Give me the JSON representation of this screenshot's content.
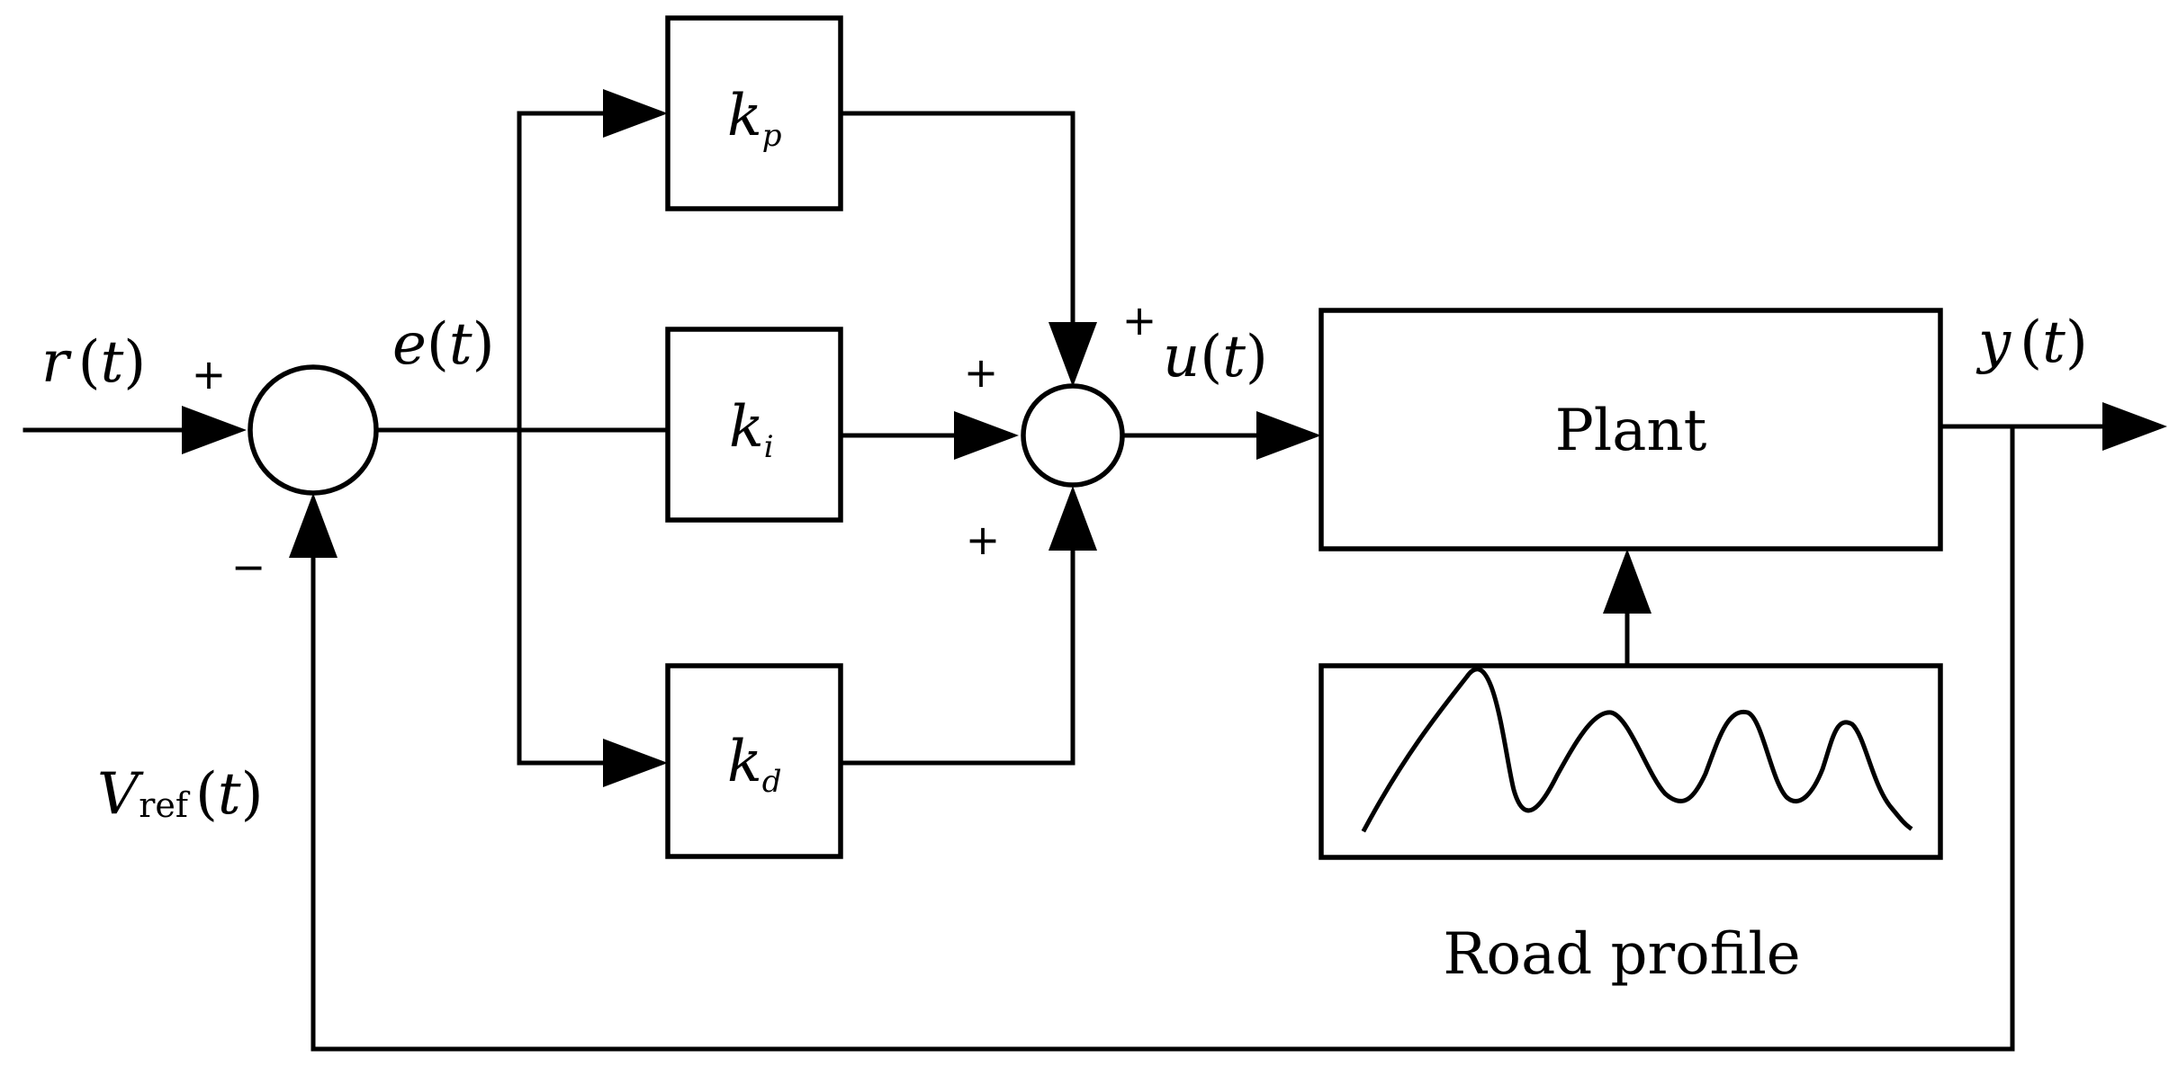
{
  "signals": {
    "r": "r",
    "t": "t",
    "e": "e",
    "u": "u",
    "y": "y",
    "v": "V",
    "v_sub": "ref"
  },
  "blocks": {
    "kp": {
      "k": "k",
      "sub": "p"
    },
    "ki": {
      "k": "k",
      "sub": "i"
    },
    "kd": {
      "k": "k",
      "sub": "d"
    },
    "plant": "Plant",
    "road": "Road profile"
  },
  "signs": {
    "plus": "+",
    "minus": "−"
  },
  "colors": {
    "line": "#000000",
    "background": "#ffffff"
  }
}
